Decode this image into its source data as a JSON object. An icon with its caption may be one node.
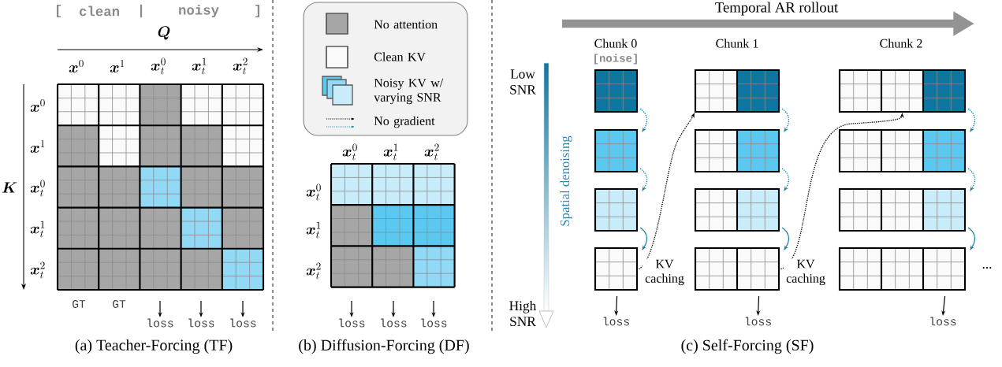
{
  "diagram": {
    "nodes": [
      {
        "text": [
          "loss"
        ]
      },
      {
        "text": [
          "loss"
        ]
      },
      {
        "text": [
          "loss"
        ]
      },
      {
        "text": [
          "loss"
        ]
      },
      {
        "text": [
          "loss"
        ]
      },
      {
        "text": [
          "loss"
        ]
      },
      {
        "text": [],
        "shape": "box"
      },
      {
        "text": [],
        "shape": "box"
      },
      {
        "text": [],
        "shape": "box"
      },
      {
        "text": [],
        "shape": "box"
      },
      {
        "text": [],
        "shape": "box"
      },
      {
        "text": [],
        "shape": "box"
      },
      {
        "text": [],
        "shape": "box"
      },
      {
        "text": [],
        "shape": "box"
      },
      {
        "text": [],
        "shape": "box"
      },
      {
        "text": [],
        "shape": "box"
      },
      {
        "text": [],
        "shape": "box"
      },
      {
        "text": [],
        "shape": "box"
      },
      {
        "text": [
          "loss"
        ]
      },
      {
        "text": [
          "loss"
        ]
      },
      {
        "text": [
          "loss"
        ]
      }
    ],
    "edges": [
      {
        "from": null,
        "to": 0,
        "arrow": "to"
      },
      {
        "from": null,
        "to": 1,
        "arrow": "to"
      },
      {
        "from": null,
        "to": 2,
        "arrow": "to"
      },
      {
        "from": null,
        "to": 3,
        "arrow": "to"
      },
      {
        "from": null,
        "to": 4,
        "arrow": "to"
      },
      {
        "from": null,
        "to": 5,
        "arrow": "to"
      },
      {
        "from": 6,
        "to": 7,
        "arrow": "to",
        "style": "dashed",
        "color": "#1a7fa8"
      },
      {
        "from": 7,
        "to": 8,
        "arrow": "to",
        "style": "dashed",
        "color": "#1a7fa8"
      },
      {
        "from": 8,
        "to": 9,
        "arrow": "to",
        "color": "#1a7fa8"
      },
      {
        "from": 10,
        "to": 11,
        "arrow": "to",
        "style": "dashed",
        "color": "#1a7fa8"
      },
      {
        "from": 11,
        "to": 12,
        "arrow": "to",
        "style": "dashed",
        "color": "#1a7fa8"
      },
      {
        "from": 12,
        "to": 13,
        "arrow": "to",
        "color": "#1a7fa8"
      },
      {
        "from": 14,
        "to": 15,
        "arrow": "to",
        "style": "dashed",
        "color": "#1a7fa8"
      },
      {
        "from": 15,
        "to": 16,
        "arrow": "to",
        "style": "dashed",
        "color": "#1a7fa8"
      },
      {
        "from": 16,
        "to": 17,
        "arrow": "to",
        "color": "#1a7fa8"
      },
      {
        "from": 9,
        "to": 10,
        "arrow": "to",
        "style": "dashed",
        "label": "KV caching"
      },
      {
        "from": 13,
        "to": 14,
        "arrow": "to",
        "style": "dashed",
        "label": "KV caching"
      },
      {
        "from": 9,
        "to": 18,
        "arrow": "to"
      },
      {
        "from": 13,
        "to": 19,
        "arrow": "to"
      },
      {
        "from": 17,
        "to": 20,
        "arrow": "to"
      }
    ],
    "labels": [
      "[",
      "clean",
      "|",
      "noisy",
      "]",
      "\\boldsymbol{Q}",
      "\\boldsymbol{x}^{0}",
      "\\boldsymbol{x}^{1}",
      "\\boldsymbol{x}_{t}^{0}",
      "\\boldsymbol{x}_{t}^{1}",
      "\\boldsymbol{x}_{t}^{2}",
      "\\boldsymbol{K}",
      "\\boldsymbol{x}^{0}",
      "\\boldsymbol{x}^{1}",
      "\\boldsymbol{x}_{t}^{0}",
      "\\boldsymbol{x}_{t}^{1}",
      "\\boldsymbol{x}_{t}^{2}",
      "GT",
      "GT",
      "(a) Teacher-Forcing (TF)",
      "\\boldsymbol{x}_{t}^{0}",
      "\\boldsymbol{x}_{t}^{1}",
      "\\boldsymbol{x}_{t}^{2}",
      "\\boldsymbol{x}_{t}^{0}",
      "\\boldsymbol{x}_{t}^{1}",
      "\\boldsymbol{x}_{t}^{2}",
      "(b) Diffusion-Forcing (DF)",
      "Temporal AR rollout",
      "Chunk 0",
      "[noise]",
      "Chunk 1",
      "Chunk 2",
      "Low SNR",
      "Spatial denoising",
      "High SNR",
      "...",
      "(c) Self-Forcing (SF)"
    ],
    "legend": [
      {
        "text": "No attention",
        "color": "#a6a6a6"
      },
      {
        "text": "Clean KV",
        "color": "#fafafa"
      },
      {
        "text": "Noisy KV w/ varying SNR"
      },
      {
        "text": "No gradient"
      }
    ]
  }
}
